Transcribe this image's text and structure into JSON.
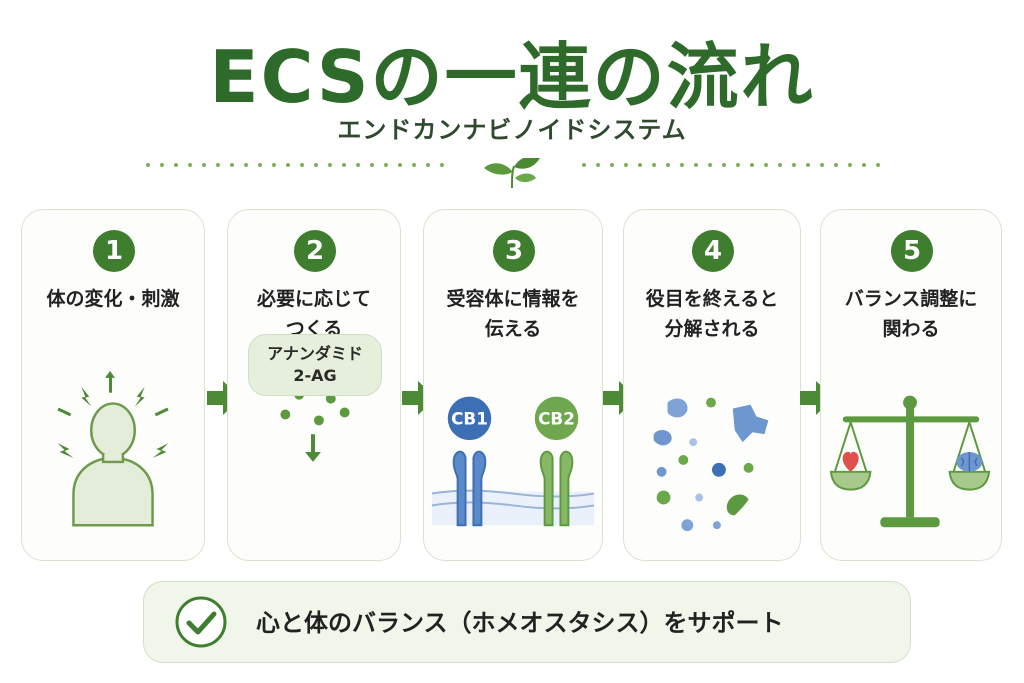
{
  "title": "ECSの一連の流れ",
  "subtitle": "エンドカンナビノイドシステム",
  "colors": {
    "primary_green": "#3f7d2f",
    "title_green": "#2e6b2a",
    "light_green": "#e6efdc",
    "blue": "#3d6fb4",
    "heart_red": "#e0504d"
  },
  "steps": [
    {
      "number": "1",
      "title": "体の変化・刺激",
      "icon": "person-stimulus-icon"
    },
    {
      "number": "2",
      "title": "必要に応じて\nつくる",
      "icon": "molecule-dots-icon",
      "tag_line1": "アナンダミド",
      "tag_line2": "2-AG"
    },
    {
      "number": "3",
      "title": "受容体に情報を\n伝える",
      "icon": "receptor-icon",
      "receptor1": "CB1",
      "receptor2": "CB2"
    },
    {
      "number": "4",
      "title": "役目を終えると\n分解される",
      "icon": "breakdown-icon"
    },
    {
      "number": "5",
      "title": "バランス調整に\n関わる",
      "icon": "balance-scale-icon"
    }
  ],
  "conclusion": "心と体のバランス（ホメオスタシス）をサポート"
}
